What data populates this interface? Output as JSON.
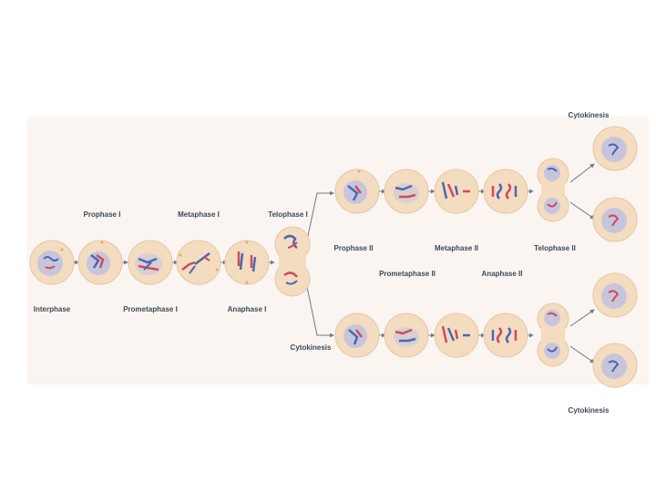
{
  "colors": {
    "cell_fill": "#f4dcc0",
    "cell_stroke": "#e5c6a2",
    "nucleus_fill": "#c7c5dc",
    "chrom_blue": "#4a67b3",
    "chrom_red": "#cf4a5e",
    "arrow": "#6b7a8c",
    "label": "#3a4a5a",
    "centrosome": "#e0b050"
  },
  "labels": {
    "interphase": "Interphase",
    "prophase_1": "Prophase I",
    "prometaphase_1": "Prometaphase I",
    "metaphase_1": "Metaphase I",
    "anaphase_1": "Anaphase I",
    "telophase_1": "Telophase I",
    "cytokinesis_mid": "Cytokinesis",
    "prophase_2": "Prophase II",
    "prometaphase_2": "Prometaphase II",
    "metaphase_2": "Metaphase II",
    "anaphase_2": "Anaphase II",
    "telophase_2": "Telophase II",
    "cytokinesis_top": "Cytokinesis",
    "cytokinesis_bottom": "Cytokinesis"
  }
}
